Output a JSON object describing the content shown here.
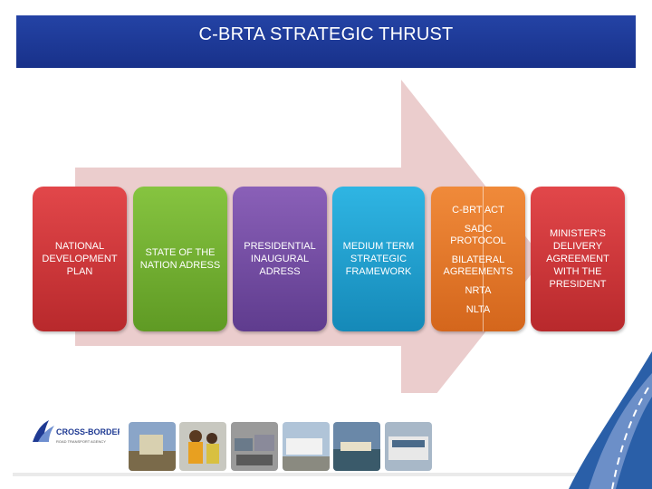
{
  "title": "C-BRTA STRATEGIC THRUST",
  "cards": [
    {
      "label": "NATIONAL DEVELOPMENT PLAN"
    },
    {
      "label": "STATE OF THE NATION ADRESS"
    },
    {
      "label": "PRESIDENTIAL INAUGURAL ADRESS"
    },
    {
      "label": "MEDIUM TERM STRATEGIC FRAMEWORK"
    },
    {
      "items": [
        "C-BRT ACT",
        "SADC PROTOCOL",
        "BILATERAL AGREEMENTS",
        "NRTA",
        "NLTA"
      ]
    },
    {
      "label": "MINISTER'S DELIVERY AGREEMENT WITH THE PRESIDENT"
    }
  ],
  "logo": {
    "name": "CROSS-BORDER",
    "tagline": "ROAD TRANSPORT AGENCY"
  },
  "colors": {
    "title_bar": "#1f3a93",
    "arrow": "#e8c4c4",
    "card_red": "#c7363a",
    "card_green": "#74b232",
    "card_purple": "#754ea5",
    "card_blue": "#22a0cf",
    "card_orange": "#e67a2a"
  }
}
